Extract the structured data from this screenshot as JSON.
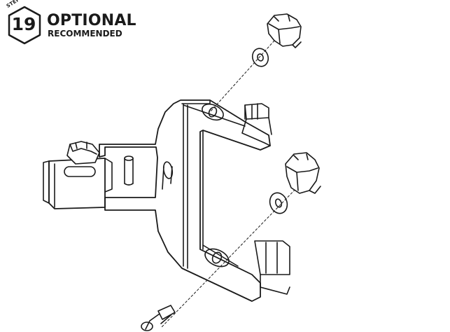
{
  "header": {
    "step_label": "STEP",
    "step_number": "19",
    "title": "OPTIONAL",
    "subtitle": "RECOMMENDED"
  },
  "icons": {
    "badge": "hexagon-badge",
    "parts": [
      "knob-icon",
      "washer-icon",
      "bracket-icon",
      "bolt-icon"
    ]
  },
  "colors": {
    "ink": "#1a1a1a",
    "background": "#ffffff"
  }
}
